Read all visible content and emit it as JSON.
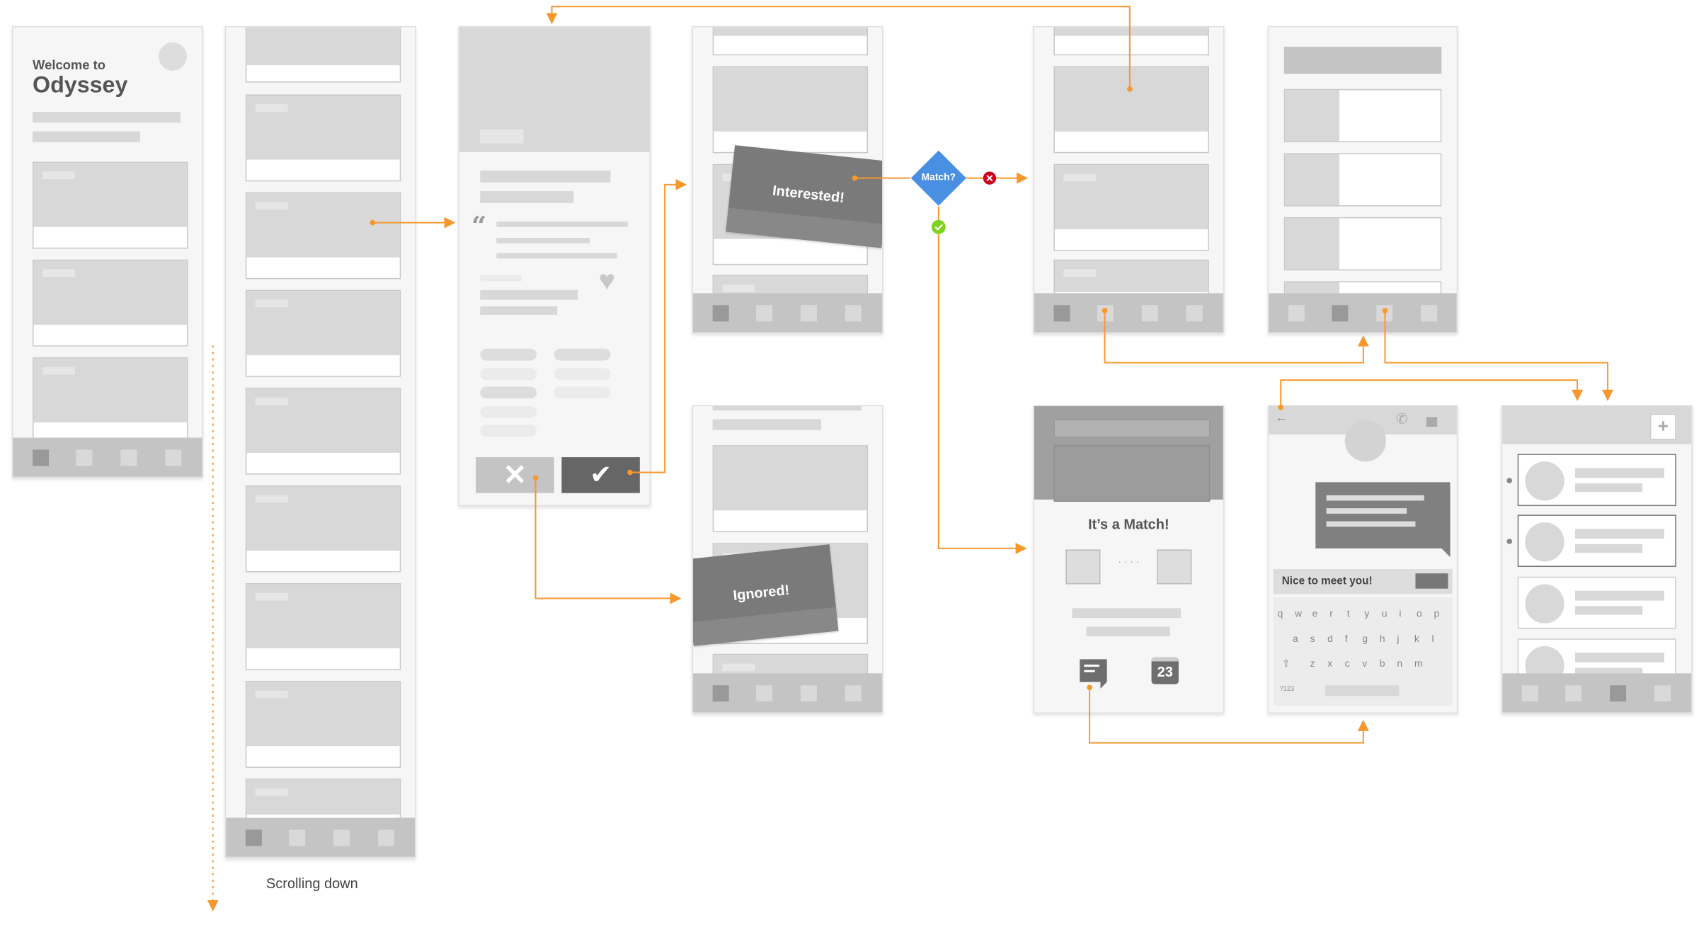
{
  "welcome": {
    "line1": "Welcome to",
    "app_name": "Odyssey"
  },
  "scroll_label": "Scrolling down",
  "swipe": {
    "interested": "Interested!",
    "ignored": "Ignored!"
  },
  "decision": {
    "label": "Match?"
  },
  "match": {
    "title": "It’s a Match!",
    "dots": "· · · ·",
    "calendar_day": "23"
  },
  "chat": {
    "message": "Nice to meet you!",
    "back": "←",
    "keys_row1": [
      "q",
      "w",
      "e",
      "r",
      "t",
      "y",
      "u",
      "i",
      "o",
      "p"
    ],
    "keys_row2": [
      "a",
      "s",
      "d",
      "f",
      "g",
      "h",
      "j",
      "k",
      "l"
    ],
    "keys_row3": [
      "z",
      "x",
      "c",
      "v",
      "b",
      "n",
      "m"
    ],
    "symbols_key": "?123"
  },
  "list": {
    "add": "+"
  },
  "colors": {
    "flow": "#f7982f",
    "decision": "#4a90e2",
    "no": "#d0021b",
    "yes": "#7ed321"
  }
}
